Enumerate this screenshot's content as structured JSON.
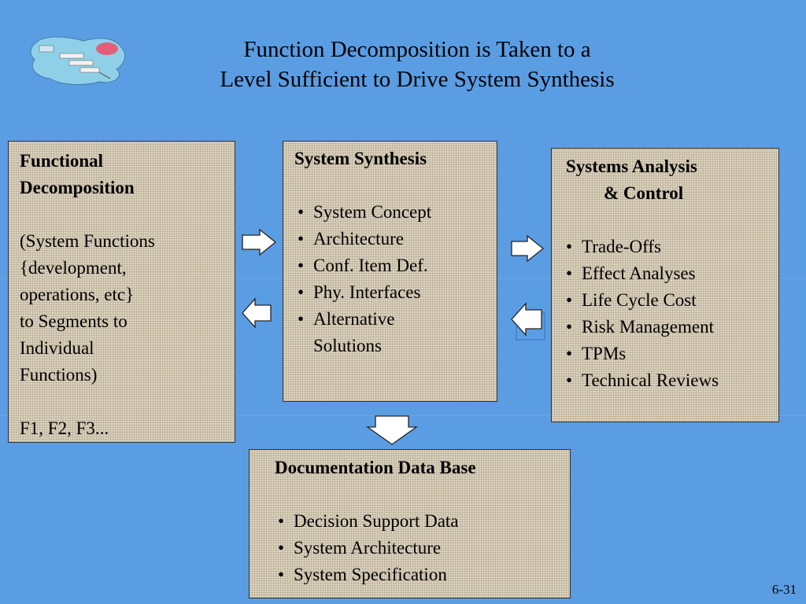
{
  "title": {
    "line1": "Function Decomposition is Taken to a",
    "line2": "Level Sufficient to Drive System Synthesis"
  },
  "functional_decomposition": {
    "heading_line1": "Functional",
    "heading_line2": "Decomposition",
    "body_lines": [
      "(System Functions",
      "{development,",
      "operations, etc}",
      "to Segments to",
      "Individual",
      "Functions)"
    ],
    "footer": "F1, F2, F3..."
  },
  "system_synthesis": {
    "heading": "System Synthesis",
    "items": [
      "System Concept",
      "Architecture",
      "Conf. Item Def.",
      "Phy. Interfaces",
      "Alternative"
    ],
    "continuation": "Solutions"
  },
  "systems_analysis": {
    "heading_line1": "Systems Analysis",
    "heading_line2": "& Control",
    "items": [
      "Trade-Offs",
      "Effect Analyses",
      "Life Cycle Cost",
      "Risk Management",
      "TPMs",
      "Technical Reviews"
    ]
  },
  "documentation": {
    "heading": "Documentation Data Base",
    "items": [
      "Decision Support Data",
      "System Architecture",
      "System Specification"
    ]
  },
  "page_number": "6-31",
  "colors": {
    "background": "#5b9de3",
    "box_fill": "#dcd3bf",
    "arrow_fill": "#ffffff"
  }
}
